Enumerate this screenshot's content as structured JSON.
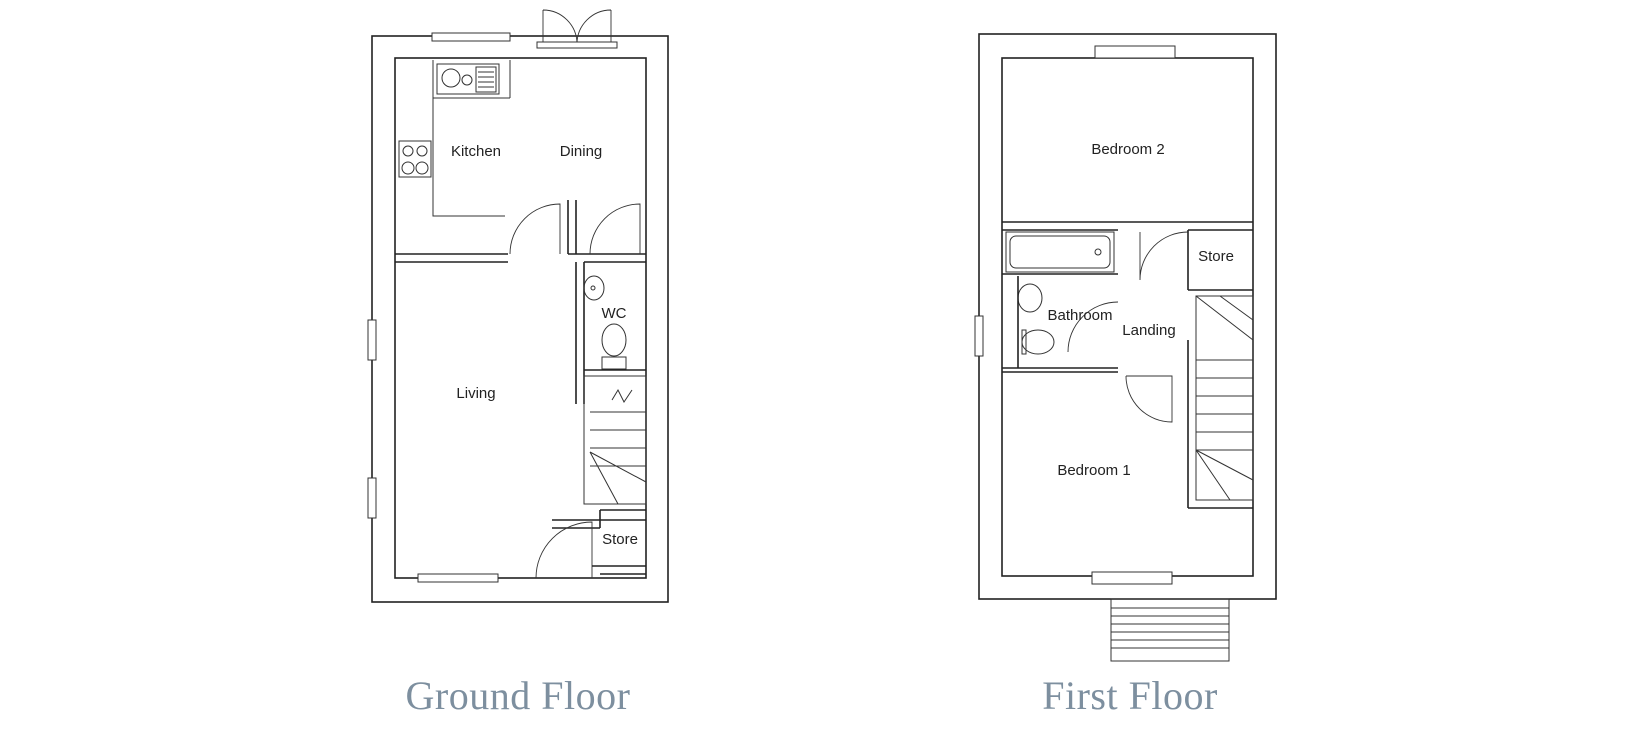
{
  "ground_floor": {
    "title": "Ground Floor",
    "rooms": {
      "kitchen": "Kitchen",
      "dining": "Dining",
      "wc": "WC",
      "living": "Living",
      "store": "Store"
    }
  },
  "first_floor": {
    "title": "First Floor",
    "rooms": {
      "bedroom2": "Bedroom 2",
      "store": "Store",
      "bathroom": "Bathroom",
      "landing": "Landing",
      "bedroom1": "Bedroom 1"
    }
  },
  "colors": {
    "title": "#7d8f9f",
    "lines": "#222222"
  }
}
